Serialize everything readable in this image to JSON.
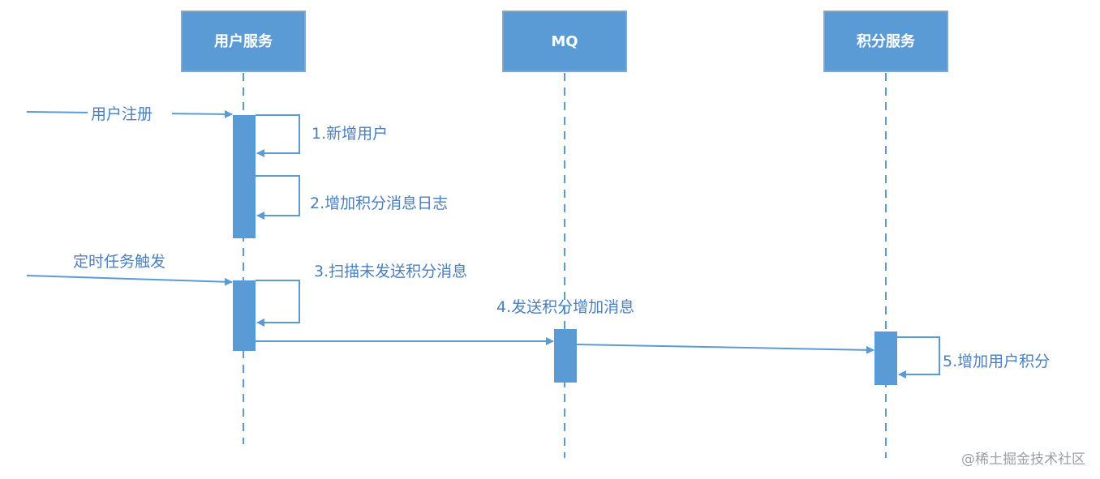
{
  "colors": {
    "actor_fill": "#5b9bd5",
    "actor_stroke": "#7fa7d0",
    "activation_fill": "#5b9bd5",
    "line": "#5b9bd5",
    "label_text": "#4a7fc0",
    "watermark_text": "#9aa0a6"
  },
  "actors": [
    {
      "id": "user",
      "label": "用户服务"
    },
    {
      "id": "mq",
      "label": "MQ"
    },
    {
      "id": "points",
      "label": "积分服务"
    }
  ],
  "messages": [
    {
      "id": "register",
      "label": "用户注册"
    },
    {
      "id": "step1",
      "label": "1.新增用户"
    },
    {
      "id": "step2",
      "label": "2.增加积分消息日志"
    },
    {
      "id": "timer",
      "label": "定时任务触发"
    },
    {
      "id": "step3",
      "label": "3.扫描未发送积分消息"
    },
    {
      "id": "step4",
      "label": "4.发送积分增加消息"
    },
    {
      "id": "step5",
      "label": "5.增加用户积分"
    }
  ],
  "watermark": "@稀土掘金技术社区"
}
